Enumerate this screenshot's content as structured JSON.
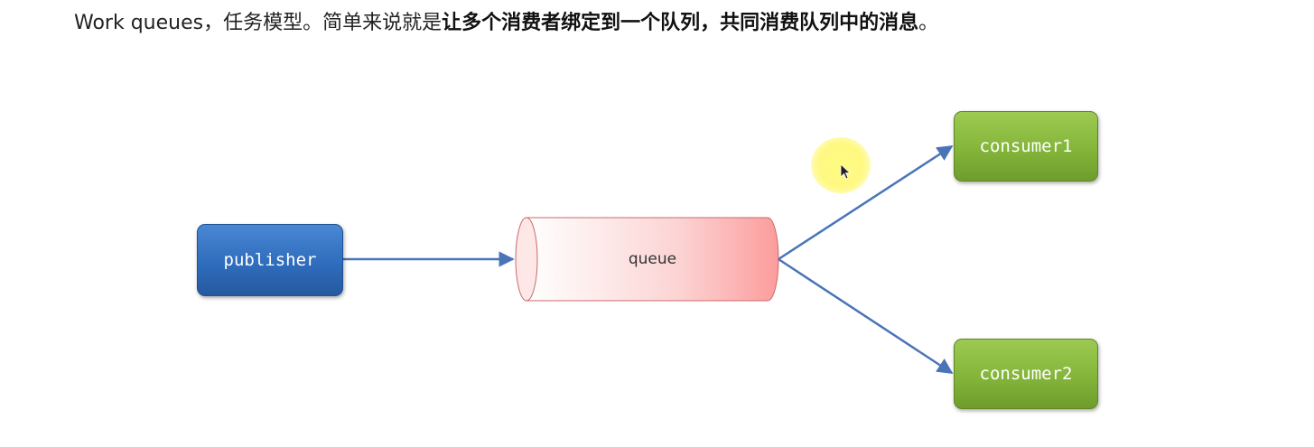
{
  "header": {
    "intro_text": "Work queues，任务模型。简单来说就是",
    "bold_text": "让多个消费者绑定到一个队列，共同消费队列中的消息",
    "end_text": "。"
  },
  "diagram": {
    "publisher": {
      "label": "publisher",
      "color": "#2f6dbd"
    },
    "queue": {
      "label": "queue",
      "color": "#fda9a9"
    },
    "consumers": [
      {
        "label": "consumer1",
        "color": "#84b53a"
      },
      {
        "label": "consumer2",
        "color": "#84b53a"
      }
    ],
    "arrow_color": "#4a74b8",
    "cursor": {
      "icon": "mouse-pointer-icon",
      "highlight_color": "#fff878"
    }
  }
}
